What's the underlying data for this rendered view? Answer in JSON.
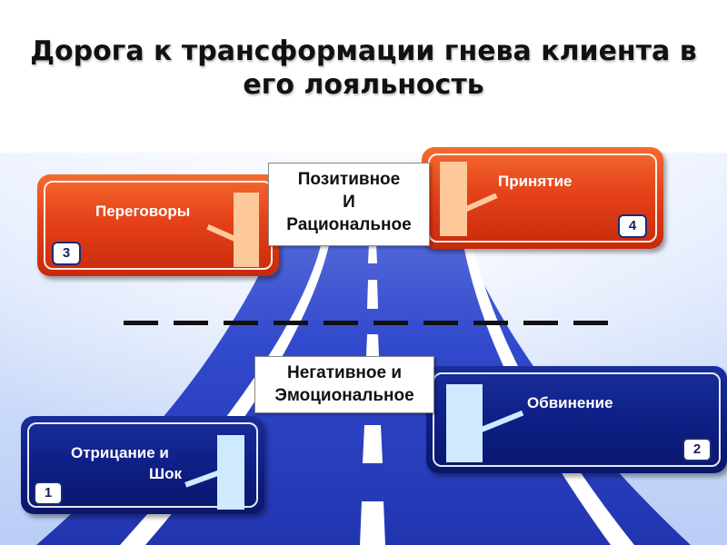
{
  "title": "Дорога к трансформации гнева клиента в его лояльность",
  "zones": {
    "positive_line1": "Позитивное",
    "positive_line2": "И",
    "positive_line3": "Рациональное",
    "negative_line1": "Негативное и",
    "negative_line2": "Эмоциональное"
  },
  "signs": [
    {
      "number": "1",
      "line1": "Отрицание и",
      "line2": "Шок",
      "color": "#0e1f86"
    },
    {
      "number": "2",
      "label": "Обвинение",
      "color": "#0e1f86"
    },
    {
      "number": "3",
      "label": "Переговоры",
      "color": "#e5421a"
    },
    {
      "number": "4",
      "label": "Принятие",
      "color": "#e5421a"
    }
  ],
  "colors": {
    "road": "#2a3fc8",
    "sky": "#d4e2ff",
    "sign_orange": "#e5421a",
    "sign_blue": "#0e1f86"
  }
}
